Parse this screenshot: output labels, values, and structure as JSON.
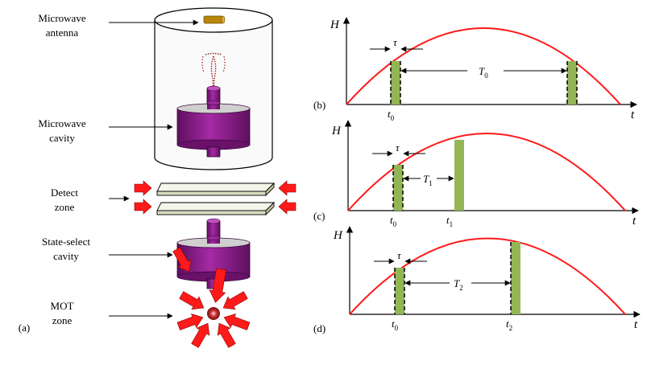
{
  "colors": {
    "curve": "#ff1a1a",
    "pulse": "#92b653",
    "cavity_purple": "#8b1a8b",
    "cavity_purple_dark": "#5e0f5e",
    "plate": "#e6ead6",
    "beam": "#ff1a1a",
    "antenna": "#b8860b"
  },
  "apparatus": {
    "panel_label": "(a)",
    "labels": {
      "antenna_line1": "Microwave",
      "antenna_line2": "antenna",
      "cavity_line1": "Microwave",
      "cavity_line2": "cavity",
      "detect_line1": "Detect",
      "detect_line2": "zone",
      "select_line1": "State-select",
      "select_line2": "cavity",
      "mot_line1": "MOT",
      "mot_line2": "zone"
    }
  },
  "graphs": {
    "y_axis_label": "H",
    "x_axis_label": "t",
    "pulse_width": "τ",
    "b": {
      "label": "(b)",
      "tick1_main": "t",
      "tick1_sub": "0",
      "interval_main": "T",
      "interval_sub": "0"
    },
    "c": {
      "label": "(c)",
      "tick1_main": "t",
      "tick1_sub": "0",
      "tick2_main": "t",
      "tick2_sub": "1",
      "interval_main": "T",
      "interval_sub": "1"
    },
    "d": {
      "label": "(d)",
      "tick1_main": "t",
      "tick1_sub": "0",
      "tick2_main": "t",
      "tick2_sub": "2",
      "interval_main": "T",
      "interval_sub": "2"
    }
  }
}
